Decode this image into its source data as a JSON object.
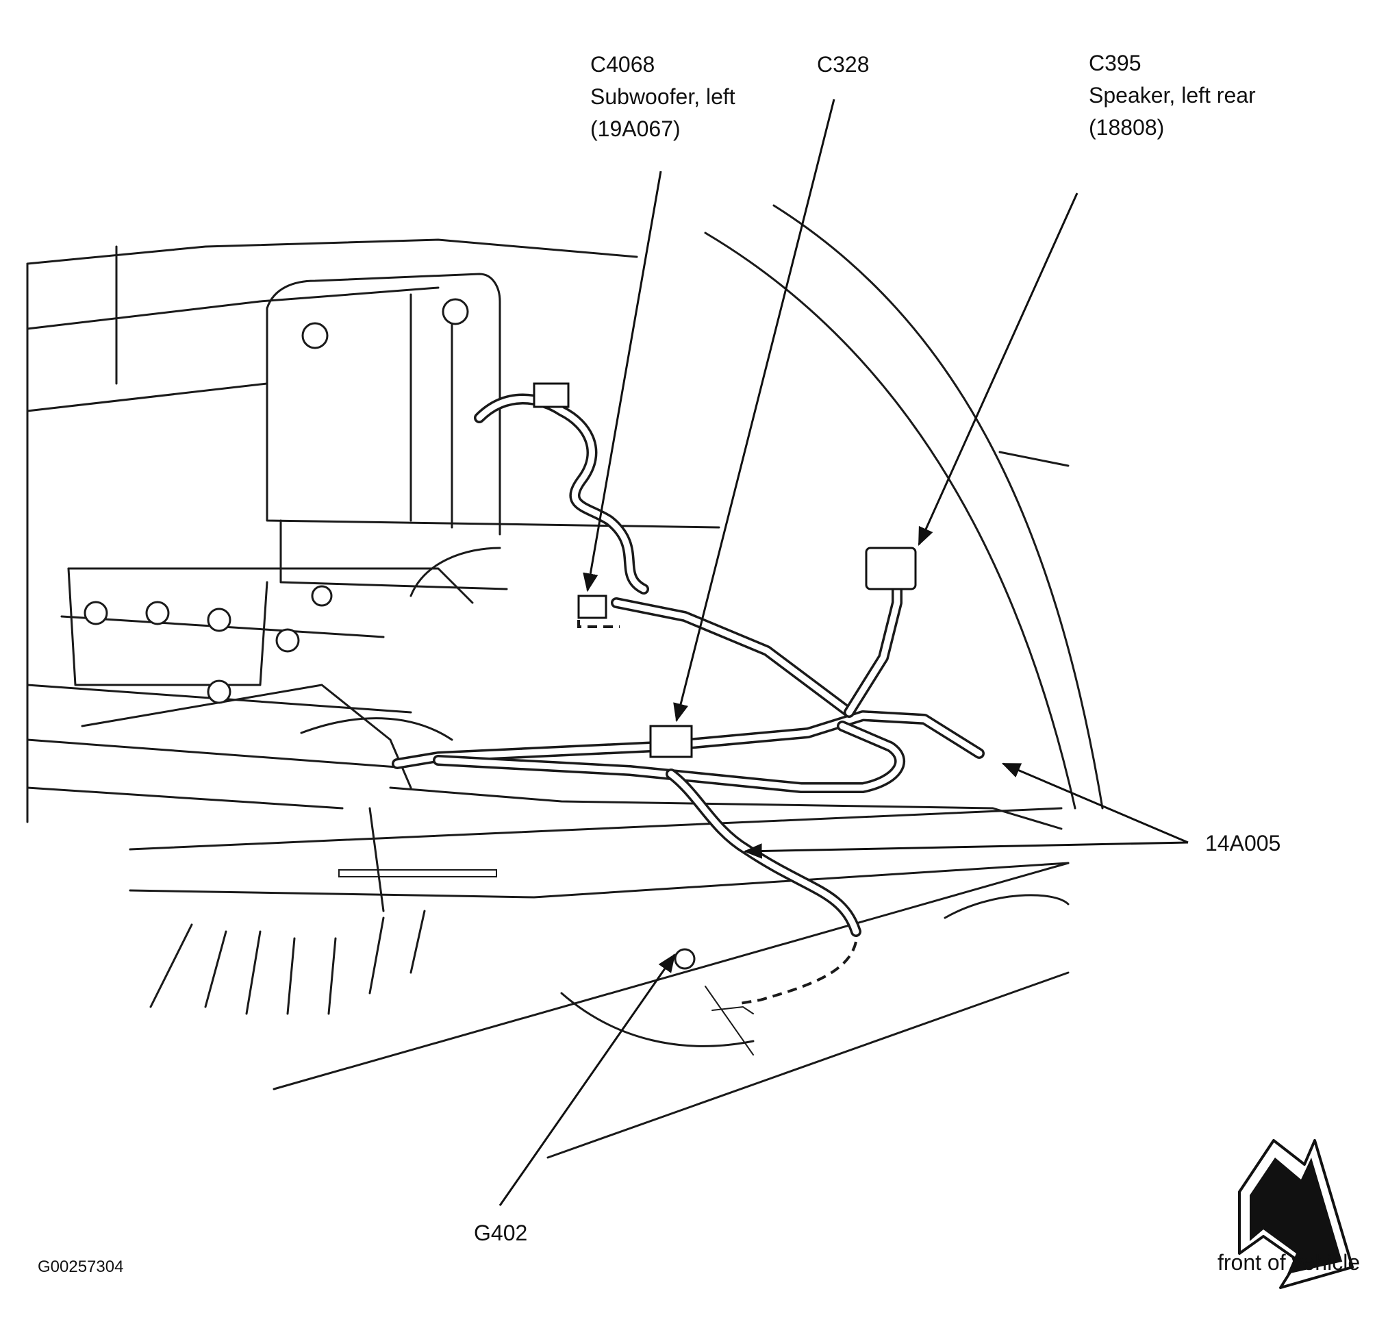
{
  "callouts": {
    "c4068": {
      "id": "C4068",
      "desc": "Subwoofer, left",
      "part": "(19A067)"
    },
    "c328": {
      "id": "C328"
    },
    "c395": {
      "id": "C395",
      "desc": "Speaker, left rear",
      "part": "(18808)"
    },
    "harness": {
      "id": "14A005"
    },
    "ground": {
      "id": "G402"
    }
  },
  "orientation": {
    "label": "front of vehicle",
    "icon": "direction-arrow-icon"
  },
  "figure_id": "G00257304"
}
